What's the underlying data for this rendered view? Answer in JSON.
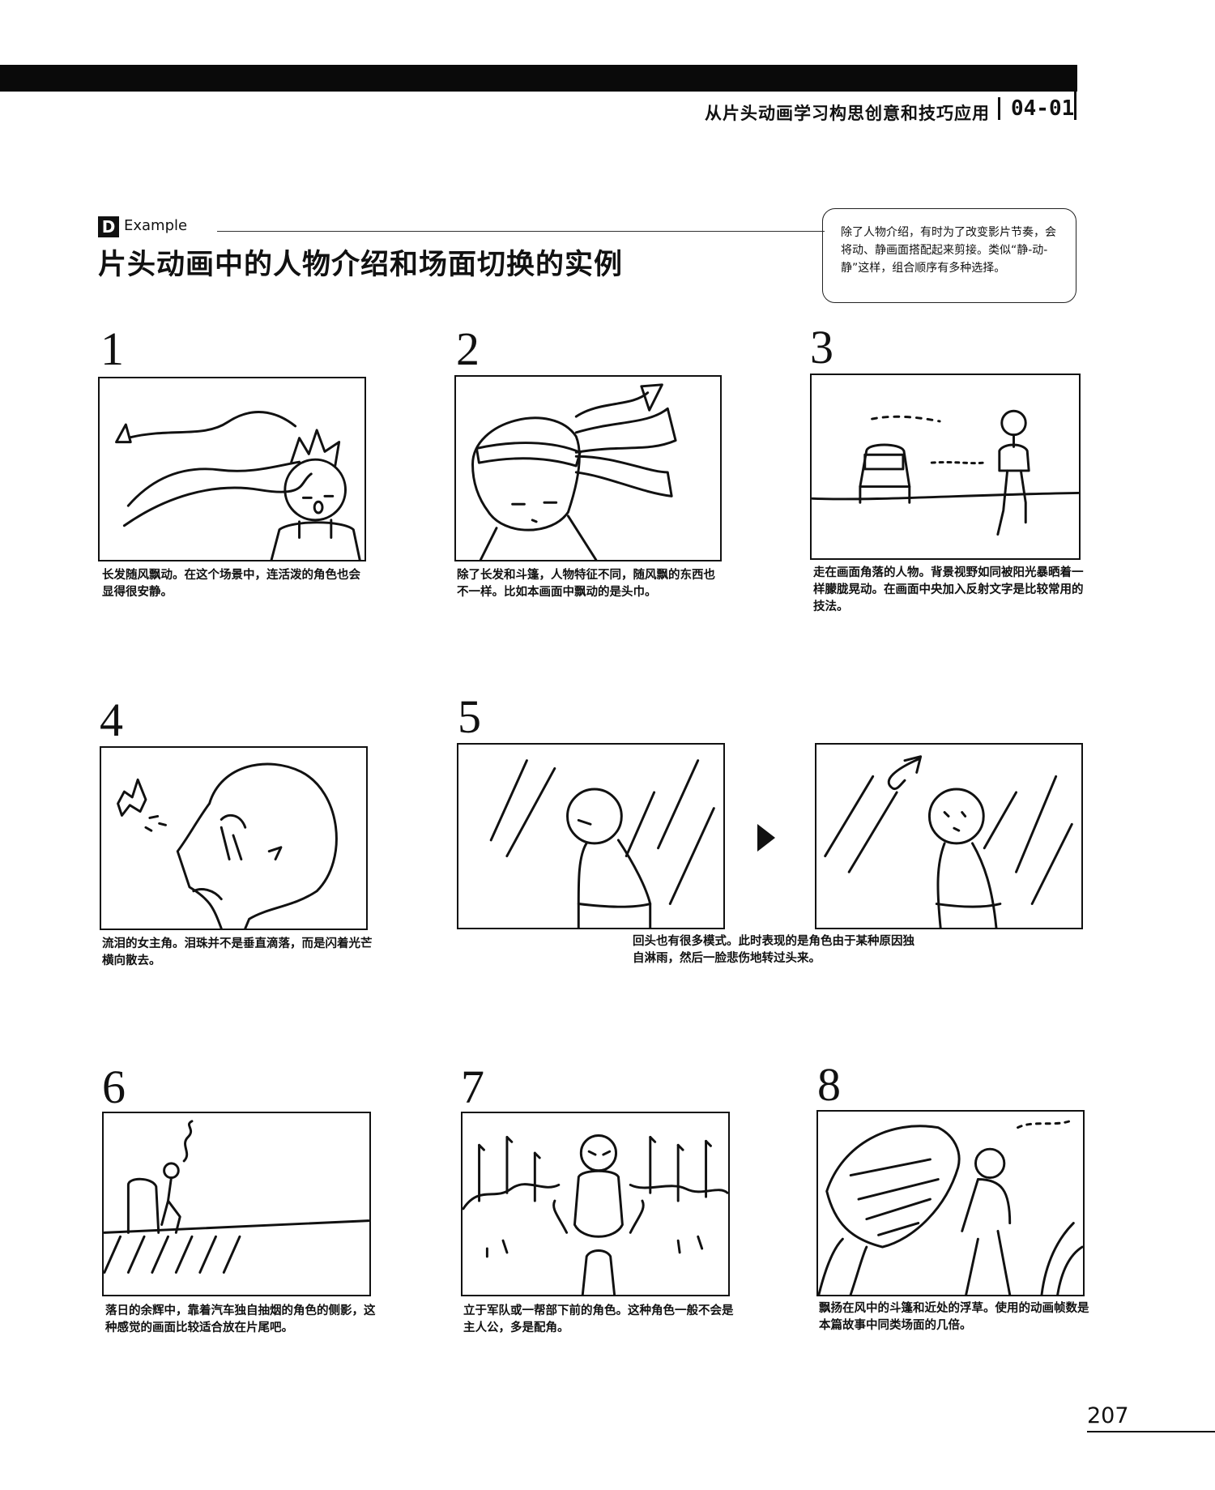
{
  "header": {
    "chapter_title": "从片头动画学习构思创意和技巧应用",
    "chapter_code": "04-01"
  },
  "section": {
    "letter": "D",
    "label": "Example",
    "title": "片头动画中的人物介绍和场面切换的实例"
  },
  "side_note": "除了人物介绍，有时为了改变影片节奏，会将动、静画面搭配起来剪接。类似“静-动-静”这样，组合顺序有多种选择。",
  "panels": [
    {
      "number": "1",
      "caption": "长发随风飘动。在这个场景中，连活泼的角色也会显得很安静。"
    },
    {
      "number": "2",
      "caption": "除了长发和斗篷，人物特征不同，随风飘的东西也不一样。比如本画面中飘动的是头巾。"
    },
    {
      "number": "3",
      "caption": "走在画面角落的人物。背景视野如同被阳光暴晒着一样朦胧晃动。在画面中央加入反射文字是比较常用的技法。"
    },
    {
      "number": "4",
      "caption": "流泪的女主角。泪珠并不是垂直滴落，而是闪着光芒横向散去。"
    },
    {
      "number": "5",
      "caption": "回头也有很多模式。此时表现的是角色由于某种原因独自淋雨，然后一脸悲伤地转过头来。"
    },
    {
      "number": "6",
      "caption": "落日的余辉中，靠着汽车独自抽烟的角色的侧影，这种感觉的画面比较适合放在片尾吧。"
    },
    {
      "number": "7",
      "caption": "立于军队或一帮部下前的角色。这种角色一般不会是主人公，多是配角。"
    },
    {
      "number": "8",
      "caption": "飘扬在风中的斗篷和近处的浮草。使用的动画帧数是本篇故事中同类场面的几倍。"
    }
  ],
  "page_number": "207"
}
